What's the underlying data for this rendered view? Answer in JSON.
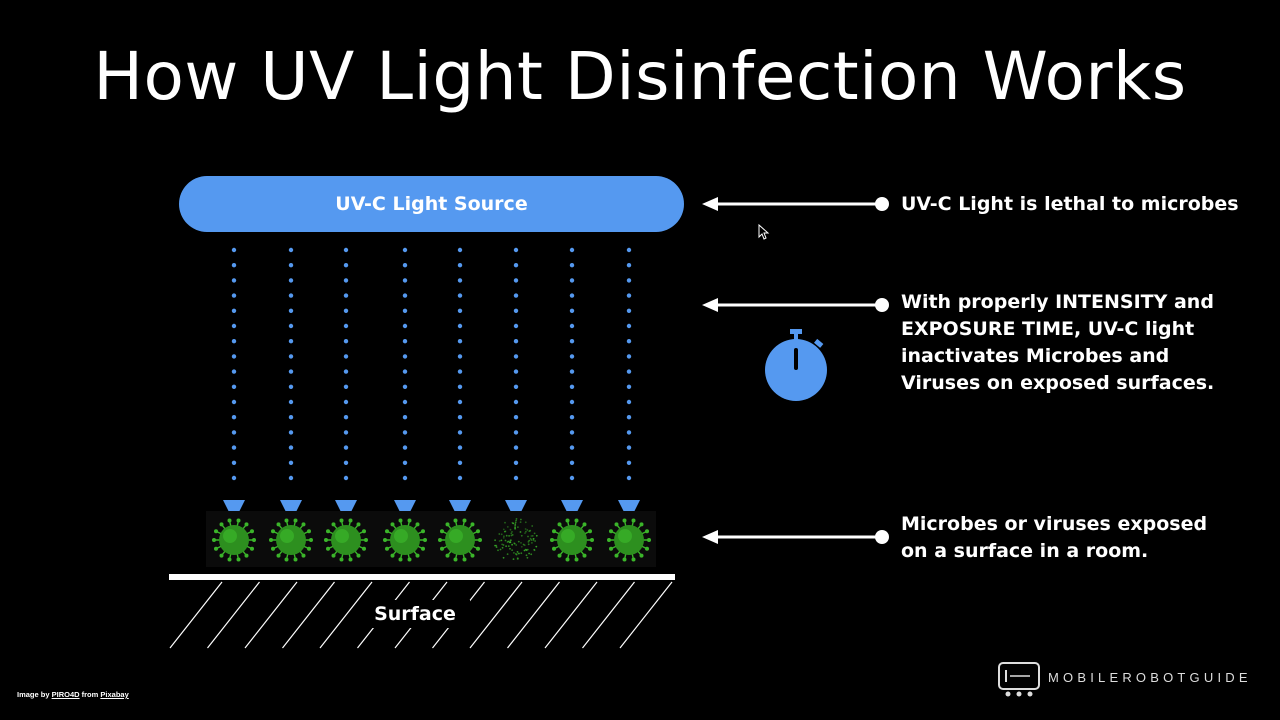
{
  "title": "How UV Light Disinfection Works",
  "source_label": "UV-C Light Source",
  "surface_label": "Surface",
  "notes": [
    {
      "lines": [
        "UV-C Light is lethal to microbes"
      ]
    },
    {
      "lines": [
        "With properly INTENSITY and",
        "EXPOSURE TIME, UV-C light",
        "inactivates Microbes and",
        "Viruses on exposed surfaces."
      ]
    },
    {
      "lines": [
        "Microbes or viruses exposed",
        "on a surface in a room."
      ]
    }
  ],
  "credit": {
    "prefix": "Image by ",
    "author": "PIRO4D",
    "middle": " from ",
    "site": "Pixabay"
  },
  "logo": {
    "text": "MOBILEROBOTGUIDE",
    "icon": "robot-icon"
  },
  "icons": {
    "timer": "stopwatch-icon",
    "microbe": "virus-icon",
    "cursor": "mouse-cursor-icon"
  },
  "colors": {
    "accent": "#5599f0",
    "microbe": "#3bb52a",
    "background": "#000000",
    "text": "#ffffff"
  }
}
